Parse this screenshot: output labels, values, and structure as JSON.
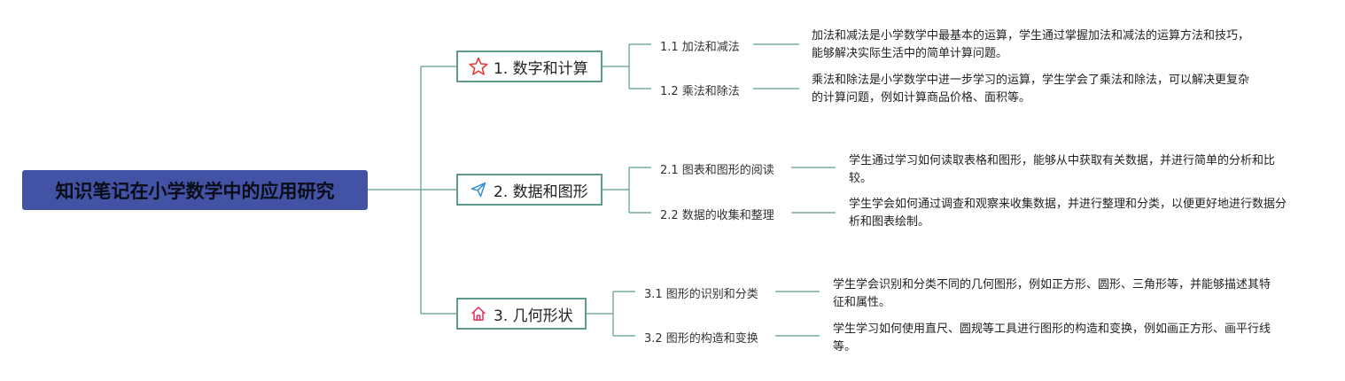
{
  "root": {
    "title": "知识笔记在小学数学中的应用研究"
  },
  "colors": {
    "root_fill": "#4253a6",
    "connector": "#5e9a8e",
    "branch_border": "#5e9a8e",
    "star_icon": "#e23b3b",
    "plane_icon": "#2f8fd6",
    "house_icon": "#e0305a"
  },
  "branches": [
    {
      "label": "1. 数字和计算",
      "icon": "star-icon",
      "subtopics": [
        {
          "label": "1.1 加法和减法",
          "desc": "加法和减法是小学数学中最基本的运算，学生通过掌握加法和减法的运算方法和技巧，能够解决实际生活中的简单计算问题。"
        },
        {
          "label": "1.2 乘法和除法",
          "desc": "乘法和除法是小学数学中进一步学习的运算，学生学会了乘法和除法，可以解决更复杂的计算问题，例如计算商品价格、面积等。"
        }
      ]
    },
    {
      "label": "2. 数据和图形",
      "icon": "paper-plane-icon",
      "subtopics": [
        {
          "label": "2.1 图表和图形的阅读",
          "desc": "学生通过学习如何读取表格和图形，能够从中获取有关数据，并进行简单的分析和比较。"
        },
        {
          "label": "2.2 数据的收集和整理",
          "desc": "学生学会如何通过调查和观察来收集数据，并进行整理和分类，以便更好地进行数据分析和图表绘制。"
        }
      ]
    },
    {
      "label": "3. 几何形状",
      "icon": "house-icon",
      "subtopics": [
        {
          "label": "3.1 图形的识别和分类",
          "desc": "学生学会识别和分类不同的几何图形，例如正方形、圆形、三角形等，并能够描述其特征和属性。"
        },
        {
          "label": "3.2 图形的构造和变换",
          "desc": "学生学习如何使用直尺、圆规等工具进行图形的构造和变换，例如画正方形、画平行线等。"
        }
      ]
    }
  ]
}
